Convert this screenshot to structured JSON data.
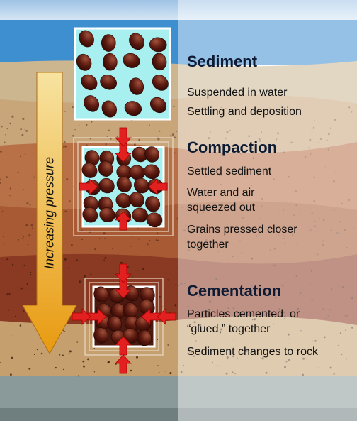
{
  "arrow_label": "Increasing pressure",
  "stages": [
    {
      "title": "Sediment",
      "lines": [
        "Suspended in water",
        "Settling and deposition"
      ]
    },
    {
      "title": "Compaction",
      "lines": [
        "Settled sediment",
        "Water and air squeezed out",
        "Grains pressed closer together"
      ]
    },
    {
      "title": "Cementation",
      "lines": [
        "Particles cemented, or “glued,” together",
        "Sediment changes to rock"
      ]
    }
  ],
  "colors": {
    "water": "#a8f0f0",
    "grain": "#5a1a10",
    "pressure_arrow": "#e02020",
    "main_arrow": "#f0b020",
    "sky": "#bcd6ef"
  }
}
